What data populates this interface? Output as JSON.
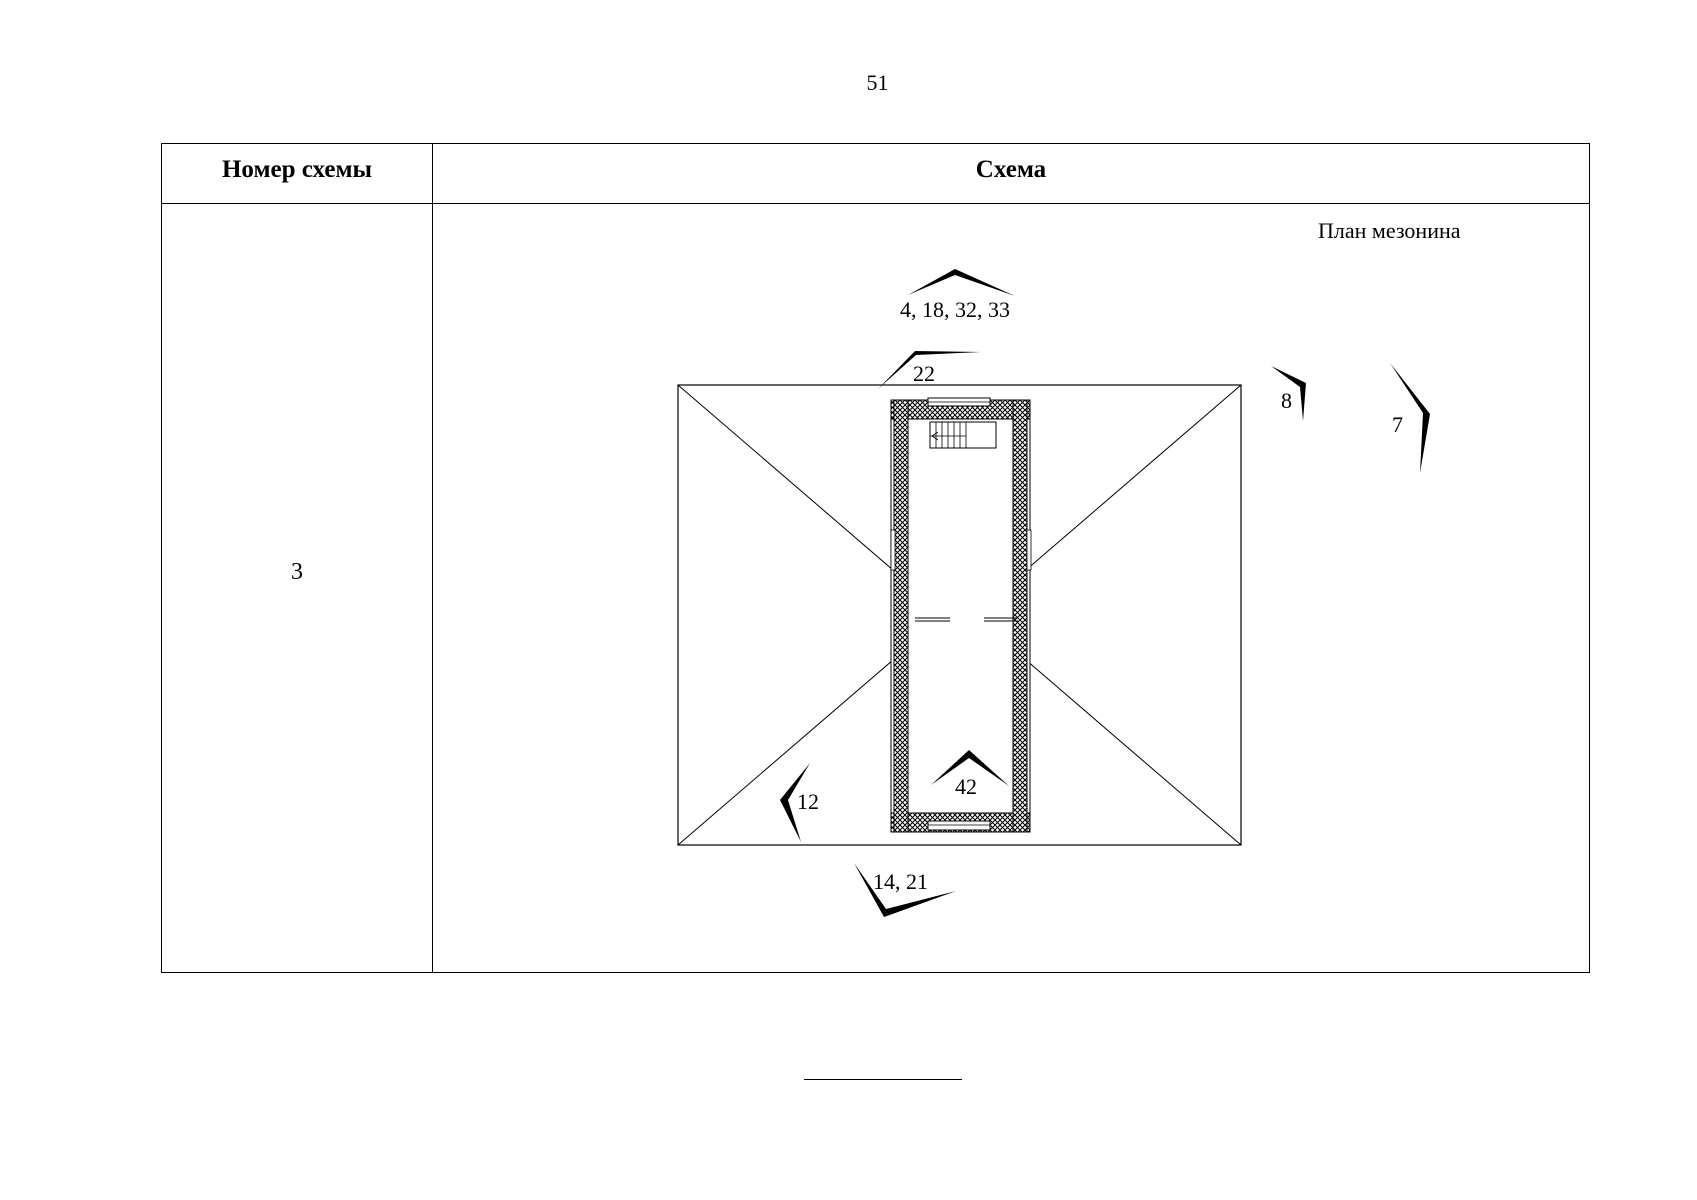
{
  "page_number": "51",
  "table": {
    "header": {
      "col_number": "Номер схемы",
      "col_scheme": "Схема"
    },
    "rows": [
      {
        "number": "3",
        "plan_title": "План мезонина",
        "markers": {
          "m_4_18_32_33": "4, 18, 32, 33",
          "m_22": "22",
          "m_8": "8",
          "m_7": "7",
          "m_42": "42",
          "m_12": "12",
          "m_14_21": "14, 21"
        }
      }
    ]
  },
  "colors": {
    "ink": "#000000",
    "paper": "#ffffff"
  }
}
